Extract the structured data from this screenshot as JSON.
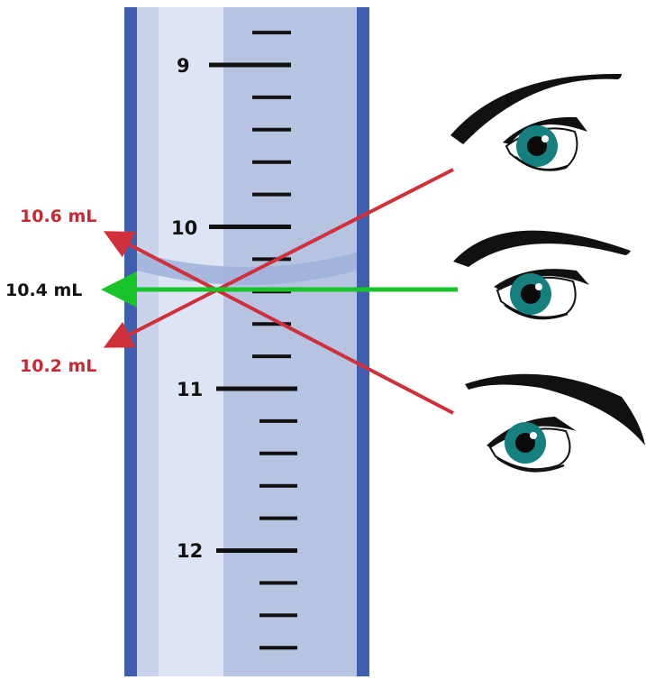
{
  "scale": {
    "major_labels": [
      "9",
      "10",
      "11",
      "12"
    ]
  },
  "readings": {
    "high": "10.6 mL",
    "correct": "10.4 mL",
    "low": "10.2 mL"
  },
  "colors": {
    "tube_liquid": "#b6c4e2",
    "tube_wall": "#3f5fae",
    "tube_highlight": "#dde4f3",
    "meniscus": "#9fb2da",
    "tick": "#111111",
    "wrong_sightline": "#d0303a",
    "correct_sightline": "#19c32a",
    "wrong_label": "#c82a35",
    "correct_label": "#111111",
    "iris": "#167f80"
  },
  "icons": [
    "eye-high-icon",
    "eye-level-icon",
    "eye-low-icon"
  ]
}
